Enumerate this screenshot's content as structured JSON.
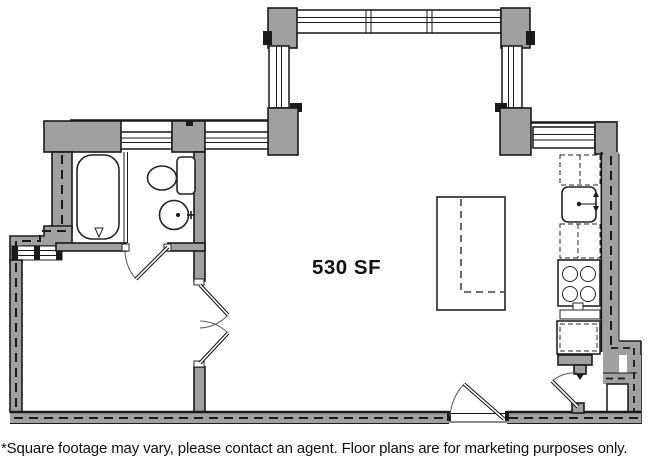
{
  "plan": {
    "area_label": "530 SF",
    "footnote": "*Square footage may vary, please contact an agent. Floor plans are for marketing purposes only.",
    "colors": {
      "wall": "#a0a0a0",
      "line": "#1a1a1a",
      "background": "#ffffff",
      "text": "#111111"
    },
    "fixtures": [
      "bay-window",
      "bathtub",
      "toilet",
      "bathroom-sink",
      "bathroom-door",
      "double-door",
      "left-room-window",
      "kitchen-upper-cabinet",
      "kitchen-sink",
      "kitchen-cabinet",
      "stove",
      "refrigerator",
      "kitchen-island",
      "entry-door",
      "interior-door",
      "utility-niche",
      "demising-wall"
    ]
  }
}
